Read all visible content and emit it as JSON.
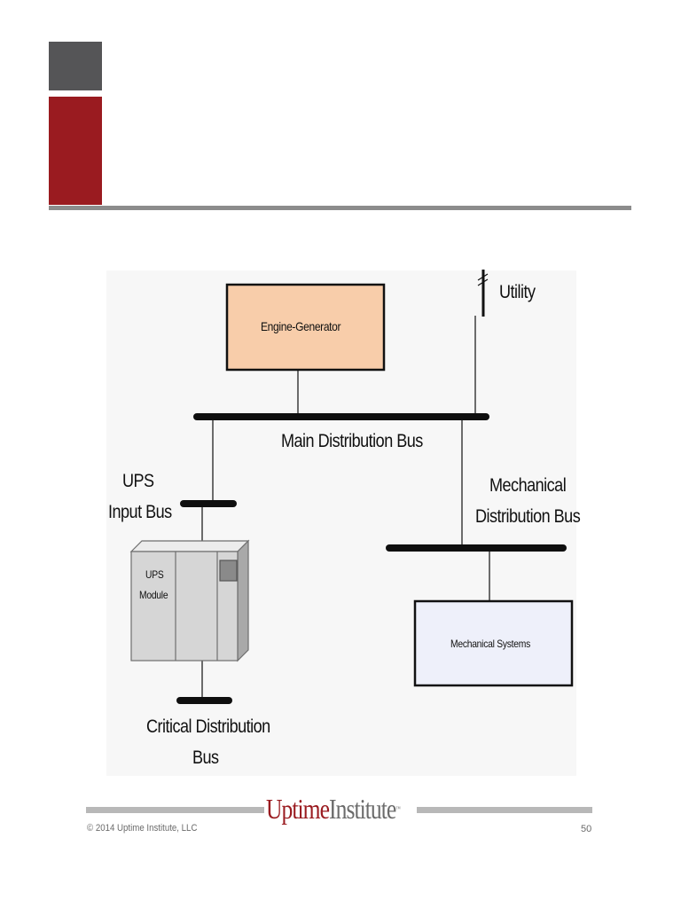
{
  "diagram": {
    "engine_generator": "Engine-Generator",
    "utility": "Utility",
    "main_distribution_bus": "Main Distribution  Bus",
    "ups_input_bus": [
      "UPS",
      "Input Bus"
    ],
    "ups_module": [
      "UPS",
      "Module"
    ],
    "mechanical_distribution_bus": [
      "Mechanical",
      "Distribution Bus"
    ],
    "mechanical_systems": "Mechanical Systems",
    "critical_distribution_bus": [
      "Critical Distribution",
      "Bus"
    ]
  },
  "footer": {
    "logo_primary": "Uptime",
    "logo_secondary": "Institute",
    "logo_tm": "™",
    "copyright": "© 2014 Uptime Institute, LLC",
    "page_number": "50"
  },
  "colors": {
    "brand_red": "#9a1b20",
    "header_gray": "#555557",
    "engine_box_fill": "#f8cdaa",
    "mechanical_box_fill": "#eef0fa",
    "ups_module_fill": "#d6d6d6"
  }
}
